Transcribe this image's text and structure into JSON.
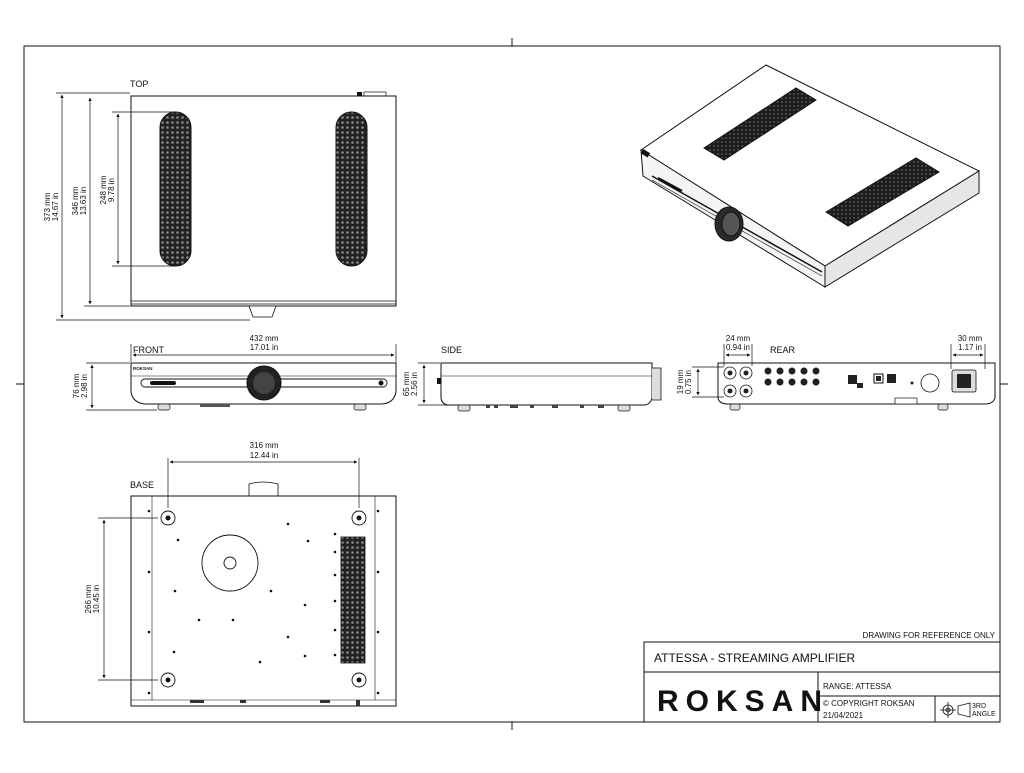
{
  "views": {
    "top": "TOP",
    "front": "FRONT",
    "side": "SIDE",
    "rear": "REAR",
    "base": "BASE"
  },
  "dimensions": {
    "top_depth_mm": "373 mm",
    "top_depth_in": "14.67 in",
    "top_body_mm": "346 mm",
    "top_body_in": "13.63 in",
    "top_grille_mm": "248 mm",
    "top_grille_in": "9.78 in",
    "width_mm": "432 mm",
    "width_in": "17.01 in",
    "height_mm": "76 mm",
    "height_in": "2.98 in",
    "side_height_mm": "65 mm",
    "side_height_in": "2.56 in",
    "rear_conn_w_mm": "24 mm",
    "rear_conn_w_in": "0.94 in",
    "rear_conn_h_mm": "19 mm",
    "rear_conn_h_in": "0.75 in",
    "rear_iec_mm": "30 mm",
    "rear_iec_in": "1.17 in",
    "base_feet_w_mm": "316 mm",
    "base_feet_w_in": "12.44 in",
    "base_feet_d_mm": "266 mm",
    "base_feet_d_in": "10.45 in"
  },
  "front_badge": "ROKSAN",
  "title_block": {
    "note": "DRAWING FOR REFERENCE ONLY",
    "title": "ATTESSA - STREAMING AMPLIFIER",
    "logo": "ROKSAN",
    "range": "RANGE: ATTESSA",
    "copyright": "© COPYRIGHT ROKSAN",
    "date": "21/04/2021",
    "projection_line1": "3RD",
    "projection_line2": "ANGLE"
  }
}
